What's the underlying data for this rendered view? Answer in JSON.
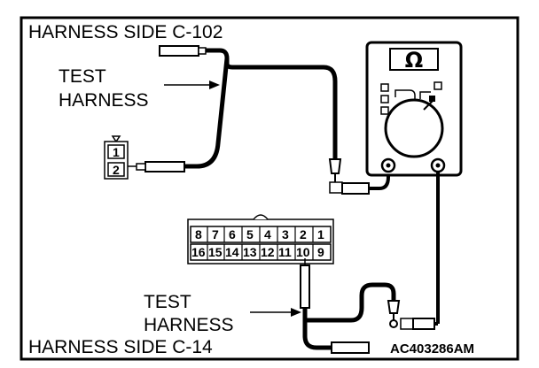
{
  "labels": {
    "top_title": "HARNESS SIDE C-102",
    "test_harness_top_line1": "TEST",
    "test_harness_top_line2": "HARNESS",
    "test_harness_bottom_line1": "TEST",
    "test_harness_bottom_line2": "HARNESS",
    "bottom_title": "HARNESS SIDE C-14",
    "figure_code": "AC403286AM"
  },
  "small_connector": {
    "pins": [
      "1",
      "2"
    ]
  },
  "meter": {
    "symbol": "Ω"
  },
  "connector_c14": {
    "top_row": [
      "8",
      "7",
      "6",
      "5",
      "4",
      "3",
      "2",
      "1"
    ],
    "bottom_row": [
      "16",
      "15",
      "14",
      "13",
      "12",
      "11",
      "10",
      "9"
    ]
  }
}
